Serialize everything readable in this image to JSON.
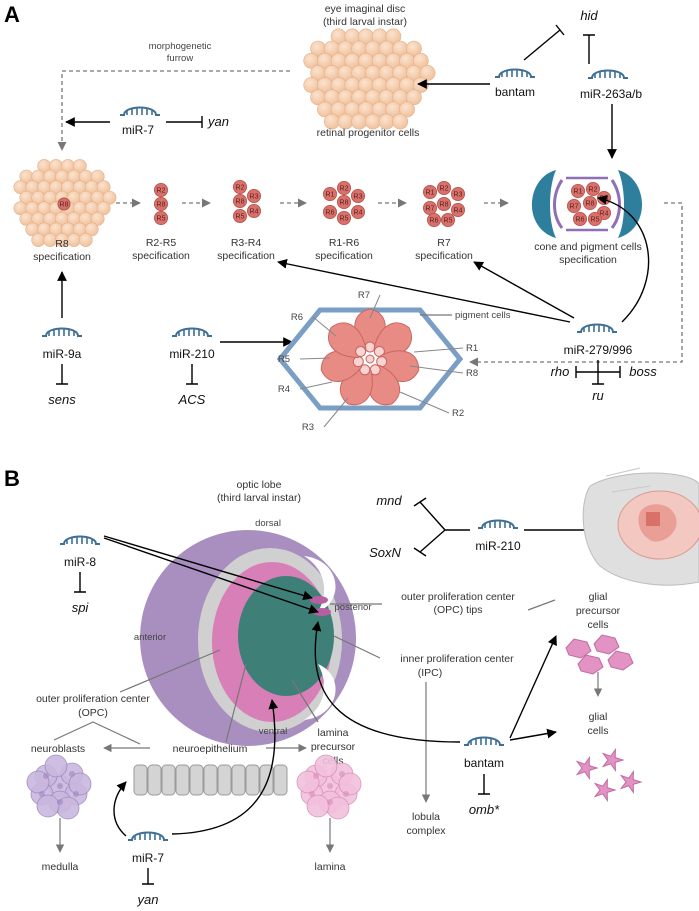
{
  "panels": {
    "a": "A",
    "b": "B"
  },
  "colors": {
    "cell": "#d9716b",
    "cell_stroke": "#b8504b",
    "progenitor": "#f6cfae",
    "hex": "#7b9ec4",
    "lobe": "#a98fbf",
    "opc": "#d77fb6",
    "teal": "#3e7f78",
    "glia": "#e392c4"
  },
  "icons": [
    "mirna-hairpin-icon",
    "arrow-icon",
    "inhibition-bar-icon",
    "drosophila-larva-icon"
  ],
  "panel_a": {
    "eye_disc_line1": "eye imaginal disc",
    "eye_disc_line2": "(third larval instar)",
    "retinal_progenitor": "retinal progenitor cells",
    "morpho_line1": "morphogenetic",
    "morpho_line2": "furrow",
    "bantam": "bantam",
    "mir263": "miR-263a/b",
    "hid": "hid",
    "mir7": "miR-7",
    "yan": "yan",
    "r8_spec_line1": "R8",
    "r8_spec_line2": "specification",
    "r2r5_spec_line1": "R2-R5",
    "r2r5_spec_line2": "specification",
    "r3r4_spec_line1": "R3-R4",
    "r3r4_spec_line2": "specification",
    "r1r6_spec_line1": "R1-R6",
    "r1r6_spec_line2": "specification",
    "r7_spec_line1": "R7",
    "r7_spec_line2": "specification",
    "cone_line1": "cone and pigment cells",
    "cone_line2": "specification",
    "mir9a": "miR-9a",
    "sens": "sens",
    "mir210": "miR-210",
    "acs": "ACS",
    "mir279": "miR-279/996",
    "rho": "rho",
    "ru": "ru",
    "boss": "boss",
    "pigment_cells": "pigment cells",
    "cell_labels": {
      "r1": "R1",
      "r2": "R2",
      "r3": "R3",
      "r4": "R4",
      "r5": "R5",
      "r6": "R6",
      "r7": "R7",
      "r8": "R8"
    }
  },
  "panel_b": {
    "optic_lobe_line1": "optic lobe",
    "optic_lobe_line2": "(third larval instar)",
    "dorsal": "dorsal",
    "ventral": "ventral",
    "anterior": "anterior",
    "posterior": "posterior",
    "mir8": "miR-8",
    "spi": "spi",
    "mnd": "mnd",
    "soxn": "SoxN",
    "mir210": "miR-210",
    "opc_tips_line1": "outer proliferation center",
    "opc_tips_line2": "(OPC) tips",
    "ipc_line1": "inner proliferation center",
    "ipc_line2": "(IPC)",
    "opc_line1": "outer proliferation center",
    "opc_line2": "(OPC)",
    "neuroblasts": "neuroblasts",
    "neuroepithelium": "neuroepithelium",
    "lamina_prec_line1": "lamina",
    "lamina_prec_line2": "precursor",
    "lamina_prec_line3": "cells",
    "glial_prec_line1": "glial",
    "glial_prec_line2": "precursor",
    "glial_prec_line3": "cells",
    "glial_cells_line1": "glial",
    "glial_cells_line2": "cells",
    "bantam": "bantam",
    "omb": "omb*",
    "lobula_line1": "lobula",
    "lobula_line2": "complex",
    "medulla": "medulla",
    "lamina": "lamina",
    "mir7": "miR-7",
    "yan": "yan"
  }
}
